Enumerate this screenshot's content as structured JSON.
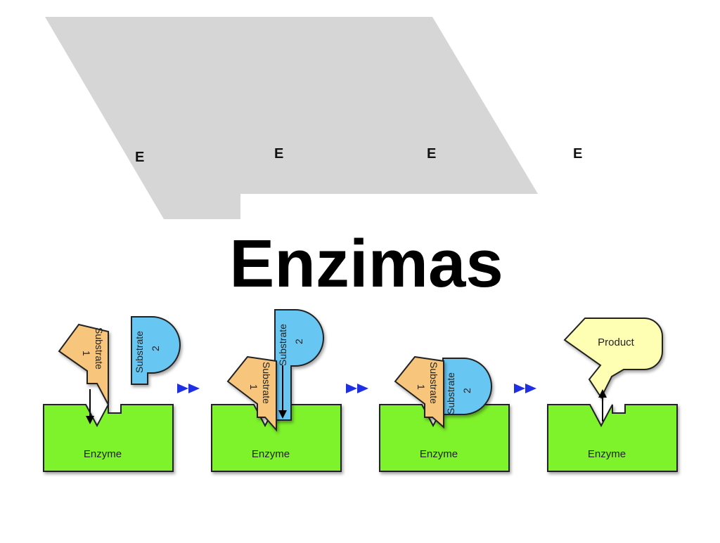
{
  "slide": {
    "title": "Enzimas",
    "placeholder_letters": [
      "E",
      "E",
      "E",
      "E"
    ]
  },
  "diagram": {
    "steps": [
      {
        "enzyme_label": "Enzyme",
        "substrate1_label": "Substrate",
        "substrate1_num": "1",
        "substrate2_label": "Substrate",
        "substrate2_num": "2"
      },
      {
        "enzyme_label": "Enzyme",
        "substrate1_label": "Substrate",
        "substrate1_num": "1",
        "substrate2_label": "Substrate",
        "substrate2_num": "2"
      },
      {
        "enzyme_label": "Enzyme",
        "substrate1_label": "Substrate",
        "substrate1_num": "1",
        "substrate2_label": "Substrate",
        "substrate2_num": "2"
      },
      {
        "enzyme_label": "Enzyme",
        "product_label": "Product"
      }
    ]
  },
  "colors": {
    "gray_shape": "#d5d6d5",
    "enzyme_fill": "#7ef22a",
    "substrate1_fill": "#f8c57c",
    "substrate2_fill": "#68c6f3",
    "product_fill": "#ffffb4",
    "arrow_blue": "#1e2fe6",
    "outline": "#222222"
  }
}
